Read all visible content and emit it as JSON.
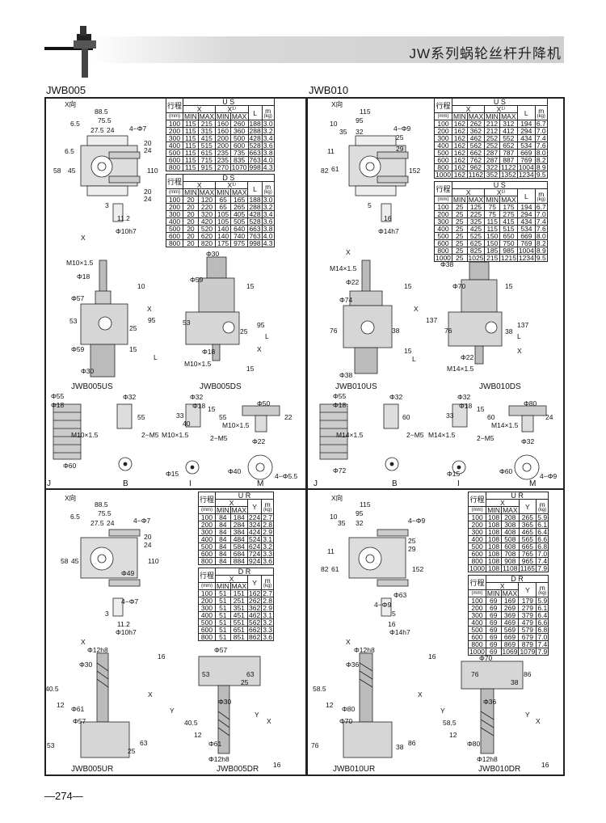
{
  "header": {
    "title": "JW系列蜗轮丝杆升降机",
    "logo": "screw-jack-logo"
  },
  "sections": {
    "left": "JWB005",
    "right": "JWB010"
  },
  "page_number": "—274—",
  "tables": {
    "jwb005_us": {
      "name": "U S",
      "stroke_label": "行程",
      "unit": "(mm)",
      "cols": [
        "X",
        "X¹⁾",
        "L",
        "m"
      ],
      "sub": [
        "MIN",
        "MAX",
        "MIN",
        "MAX"
      ],
      "m_unit": "(kg)",
      "rows": [
        [
          "100",
          "115",
          "215",
          "160",
          "260",
          "188",
          "3.0"
        ],
        [
          "200",
          "115",
          "315",
          "160",
          "360",
          "288",
          "3.2"
        ],
        [
          "300",
          "115",
          "415",
          "200",
          "500",
          "428",
          "3.4"
        ],
        [
          "400",
          "115",
          "515",
          "200",
          "600",
          "528",
          "3.6"
        ],
        [
          "500",
          "115",
          "615",
          "235",
          "735",
          "663",
          "3.8"
        ],
        [
          "600",
          "115",
          "715",
          "235",
          "835",
          "763",
          "4.0"
        ],
        [
          "800",
          "115",
          "915",
          "270",
          "1070",
          "998",
          "4.3"
        ]
      ]
    },
    "jwb005_ds": {
      "name": "D S",
      "stroke_label": "行程",
      "unit": "(mm)",
      "cols": [
        "X",
        "X¹⁾",
        "L",
        "m"
      ],
      "sub": [
        "MIN",
        "MAX",
        "MIN",
        "MAX"
      ],
      "m_unit": "(kg)",
      "rows": [
        [
          "100",
          "20",
          "120",
          "65",
          "165",
          "188",
          "3.0"
        ],
        [
          "200",
          "20",
          "220",
          "65",
          "265",
          "288",
          "3.2"
        ],
        [
          "300",
          "20",
          "320",
          "105",
          "405",
          "428",
          "3.4"
        ],
        [
          "400",
          "20",
          "420",
          "105",
          "505",
          "528",
          "3.6"
        ],
        [
          "500",
          "20",
          "520",
          "140",
          "640",
          "663",
          "3.8"
        ],
        [
          "600",
          "20",
          "620",
          "140",
          "740",
          "763",
          "4.0"
        ],
        [
          "800",
          "20",
          "820",
          "175",
          "975",
          "998",
          "4.3"
        ]
      ]
    },
    "jwb010_us": {
      "name": "U S",
      "stroke_label": "行程",
      "unit": "(mm)",
      "cols": [
        "X",
        "X¹⁾",
        "L",
        "m"
      ],
      "sub": [
        "MIN",
        "MAX",
        "MIN",
        "MAX"
      ],
      "m_unit": "(kg)",
      "rows": [
        [
          "100",
          "162",
          "262",
          "212",
          "312",
          "194",
          "6.7"
        ],
        [
          "200",
          "162",
          "362",
          "212",
          "412",
          "294",
          "7.0"
        ],
        [
          "300",
          "162",
          "462",
          "252",
          "552",
          "434",
          "7.4"
        ],
        [
          "400",
          "162",
          "562",
          "252",
          "652",
          "534",
          "7.6"
        ],
        [
          "500",
          "162",
          "662",
          "287",
          "787",
          "669",
          "8.0"
        ],
        [
          "600",
          "162",
          "762",
          "287",
          "887",
          "769",
          "8.2"
        ],
        [
          "800",
          "162",
          "962",
          "322",
          "1122",
          "1004",
          "8.9"
        ],
        [
          "1000",
          "162",
          "1162",
          "352",
          "1352",
          "1234",
          "9.5"
        ]
      ]
    },
    "jwb010_ds": {
      "name": "U S",
      "stroke_label": "行程",
      "unit": "(mm)",
      "cols": [
        "X",
        "X¹⁾",
        "L",
        "m"
      ],
      "sub": [
        "MIN",
        "MAX",
        "MIN",
        "MAX"
      ],
      "m_unit": "(kg)",
      "rows": [
        [
          "100",
          "25",
          "125",
          "75",
          "175",
          "194",
          "6.7"
        ],
        [
          "200",
          "25",
          "225",
          "75",
          "275",
          "294",
          "7.0"
        ],
        [
          "300",
          "25",
          "325",
          "115",
          "415",
          "434",
          "7.4"
        ],
        [
          "400",
          "25",
          "425",
          "115",
          "515",
          "534",
          "7.6"
        ],
        [
          "500",
          "25",
          "525",
          "150",
          "650",
          "669",
          "8.0"
        ],
        [
          "600",
          "25",
          "625",
          "150",
          "750",
          "769",
          "8.2"
        ],
        [
          "800",
          "25",
          "825",
          "185",
          "985",
          "1004",
          "8.9"
        ],
        [
          "1000",
          "25",
          "1025",
          "215",
          "1215",
          "1234",
          "9.5"
        ]
      ]
    },
    "jwb005_ur": {
      "name": "U R",
      "stroke_label": "行程",
      "unit": "(mm)",
      "cols": [
        "X",
        "Y",
        "m"
      ],
      "sub": [
        "MIN",
        "MAX"
      ],
      "m_unit": "(kg)",
      "rows": [
        [
          "100",
          "84",
          "184",
          "224",
          "2.7"
        ],
        [
          "200",
          "84",
          "284",
          "324",
          "2.8"
        ],
        [
          "300",
          "84",
          "384",
          "424",
          "2.9"
        ],
        [
          "400",
          "84",
          "484",
          "524",
          "3.1"
        ],
        [
          "500",
          "84",
          "584",
          "624",
          "3.2"
        ],
        [
          "600",
          "84",
          "684",
          "724",
          "3.3"
        ],
        [
          "800",
          "84",
          "884",
          "924",
          "3.6"
        ]
      ]
    },
    "jwb005_dr": {
      "name": "D R",
      "stroke_label": "行程",
      "unit": "(mm)",
      "cols": [
        "X",
        "Y",
        "m"
      ],
      "sub": [
        "MIN",
        "MAX"
      ],
      "m_unit": "(kg)",
      "rows": [
        [
          "100",
          "51",
          "151",
          "162",
          "2.7"
        ],
        [
          "200",
          "51",
          "251",
          "262",
          "2.8"
        ],
        [
          "300",
          "51",
          "351",
          "362",
          "2.9"
        ],
        [
          "400",
          "51",
          "451",
          "462",
          "3.1"
        ],
        [
          "500",
          "51",
          "551",
          "562",
          "3.2"
        ],
        [
          "600",
          "51",
          "651",
          "662",
          "3.3"
        ],
        [
          "800",
          "51",
          "851",
          "862",
          "3.6"
        ]
      ]
    },
    "jwb010_ur": {
      "name": "U R",
      "stroke_label": "行程",
      "unit": "(mm)",
      "cols": [
        "X",
        "Y",
        "m"
      ],
      "sub": [
        "MIN",
        "MAX"
      ],
      "m_unit": "(kg)",
      "rows": [
        [
          "100",
          "108",
          "208",
          "265",
          "5.9"
        ],
        [
          "200",
          "108",
          "308",
          "365",
          "6.1"
        ],
        [
          "300",
          "108",
          "408",
          "465",
          "6.4"
        ],
        [
          "400",
          "108",
          "508",
          "565",
          "6.6"
        ],
        [
          "500",
          "108",
          "608",
          "665",
          "6.8"
        ],
        [
          "600",
          "108",
          "708",
          "765",
          "7.0"
        ],
        [
          "800",
          "108",
          "908",
          "965",
          "7.4"
        ],
        [
          "1000",
          "108",
          "1108",
          "1165",
          "7.9"
        ]
      ]
    },
    "jwb010_dr": {
      "name": "D R",
      "stroke_label": "行程",
      "unit": "(mm)",
      "cols": [
        "X",
        "Y",
        "m"
      ],
      "sub": [
        "MIN",
        "MAX"
      ],
      "m_unit": "(kg)",
      "rows": [
        [
          "100",
          "69",
          "169",
          "179",
          "5.9"
        ],
        [
          "200",
          "69",
          "269",
          "279",
          "6.1"
        ],
        [
          "300",
          "69",
          "369",
          "379",
          "6.4"
        ],
        [
          "400",
          "69",
          "469",
          "479",
          "6.6"
        ],
        [
          "500",
          "69",
          "569",
          "579",
          "6.8"
        ],
        [
          "600",
          "69",
          "669",
          "679",
          "7.0"
        ],
        [
          "800",
          "69",
          "869",
          "879",
          "7.4"
        ],
        [
          "1000",
          "69",
          "1069",
          "1079",
          "7.9"
        ]
      ]
    }
  },
  "drawings": {
    "q1": [
      "X向",
      "88.5",
      "75.5",
      "6.5",
      "27.5",
      "24",
      "4−Φ7",
      "20",
      "24",
      "6.5",
      "45",
      "58",
      "110",
      "20",
      "24",
      "3",
      "11.2",
      "Φ10h7",
      "X",
      "M10×1.5",
      "Φ18",
      "Φ57",
      "53",
      "Φ59",
      "Φ30",
      "10",
      "X",
      "95",
      "25",
      "15",
      "L",
      "JWB005US",
      "Φ30",
      "Φ59",
      "15",
      "53",
      "X",
      "Φ18",
      "M10×1.5",
      "95",
      "L",
      "25",
      "15",
      "JWB005DS",
      "Φ55",
      "Φ18",
      "Φ32",
      "55",
      "M10×1.5",
      "2−M5",
      "Φ60",
      "J",
      "B",
      "Φ32",
      "Φ18",
      "33",
      "40",
      "15",
      "55",
      "M10×1.5",
      "2−M5",
      "Φ15",
      "I",
      "Φ50",
      "M10×1.5",
      "22",
      "Φ22",
      "Φ40",
      "4−Φ5.5",
      "M"
    ],
    "q2": [
      "X向",
      "115",
      "95",
      "10",
      "35",
      "32",
      "4−Φ9",
      "25",
      "29",
      "82",
      "61",
      "11",
      "152",
      "5",
      "16",
      "Φ14h7",
      "X",
      "M14×1.5",
      "Φ22",
      "Φ74",
      "76",
      "Φ38",
      "15",
      "X",
      "137",
      "38",
      "15",
      "L",
      "JWB010US",
      "Φ38",
      "Φ70",
      "15",
      "76",
      "X",
      "Φ22",
      "M14×1.5",
      "137",
      "L",
      "38",
      "JWB010DS",
      "Φ55",
      "Φ18",
      "Φ32",
      "60",
      "M14×1.5",
      "2−M5",
      "Φ72",
      "J",
      "B",
      "Φ32",
      "Φ18",
      "33",
      "15",
      "60",
      "M14×1.5",
      "2−M5",
      "Φ15",
      "I",
      "Φ80",
      "M14×1.5",
      "24",
      "Φ32",
      "Φ60",
      "4−Φ9",
      "M"
    ],
    "q3": [
      "X向",
      "88.5",
      "75.5",
      "6.5",
      "27.5",
      "24",
      "4−Φ7",
      "20",
      "24",
      "58",
      "45",
      "110",
      "Φ49",
      "4−Φ7",
      "3",
      "11.2",
      "Φ10h7",
      "X",
      "Φ12h8",
      "Φ30",
      "40.5",
      "12",
      "Φ61",
      "Φ57",
      "53",
      "25",
      "63",
      "16",
      "Y",
      "X",
      "JWB005UR",
      "Φ57",
      "53",
      "25",
      "63",
      "Φ30",
      "40.5",
      "12",
      "Φ61",
      "Φ12h8",
      "Y",
      "X",
      "16",
      "JWB005DR"
    ],
    "q4": [
      "X向",
      "115",
      "95",
      "10",
      "35",
      "32",
      "4−Φ9",
      "25",
      "29",
      "82",
      "61",
      "11",
      "152",
      "Φ63",
      "4−Φ9",
      "5",
      "16",
      "Φ14h7",
      "X",
      "Φ12h8",
      "Φ36",
      "58.5",
      "12",
      "Φ80",
      "Φ70",
      "76",
      "38",
      "86",
      "16",
      "Y",
      "X",
      "JWB010UR",
      "Φ70",
      "76",
      "38",
      "86",
      "Φ36",
      "58.5",
      "12",
      "Φ80",
      "Φ12h8",
      "Y",
      "X",
      "16",
      "JWB010DR"
    ]
  },
  "colors": {
    "part_fill": "#cfcfcf",
    "line": "#222222",
    "header_bar": "#cfcfcf"
  }
}
